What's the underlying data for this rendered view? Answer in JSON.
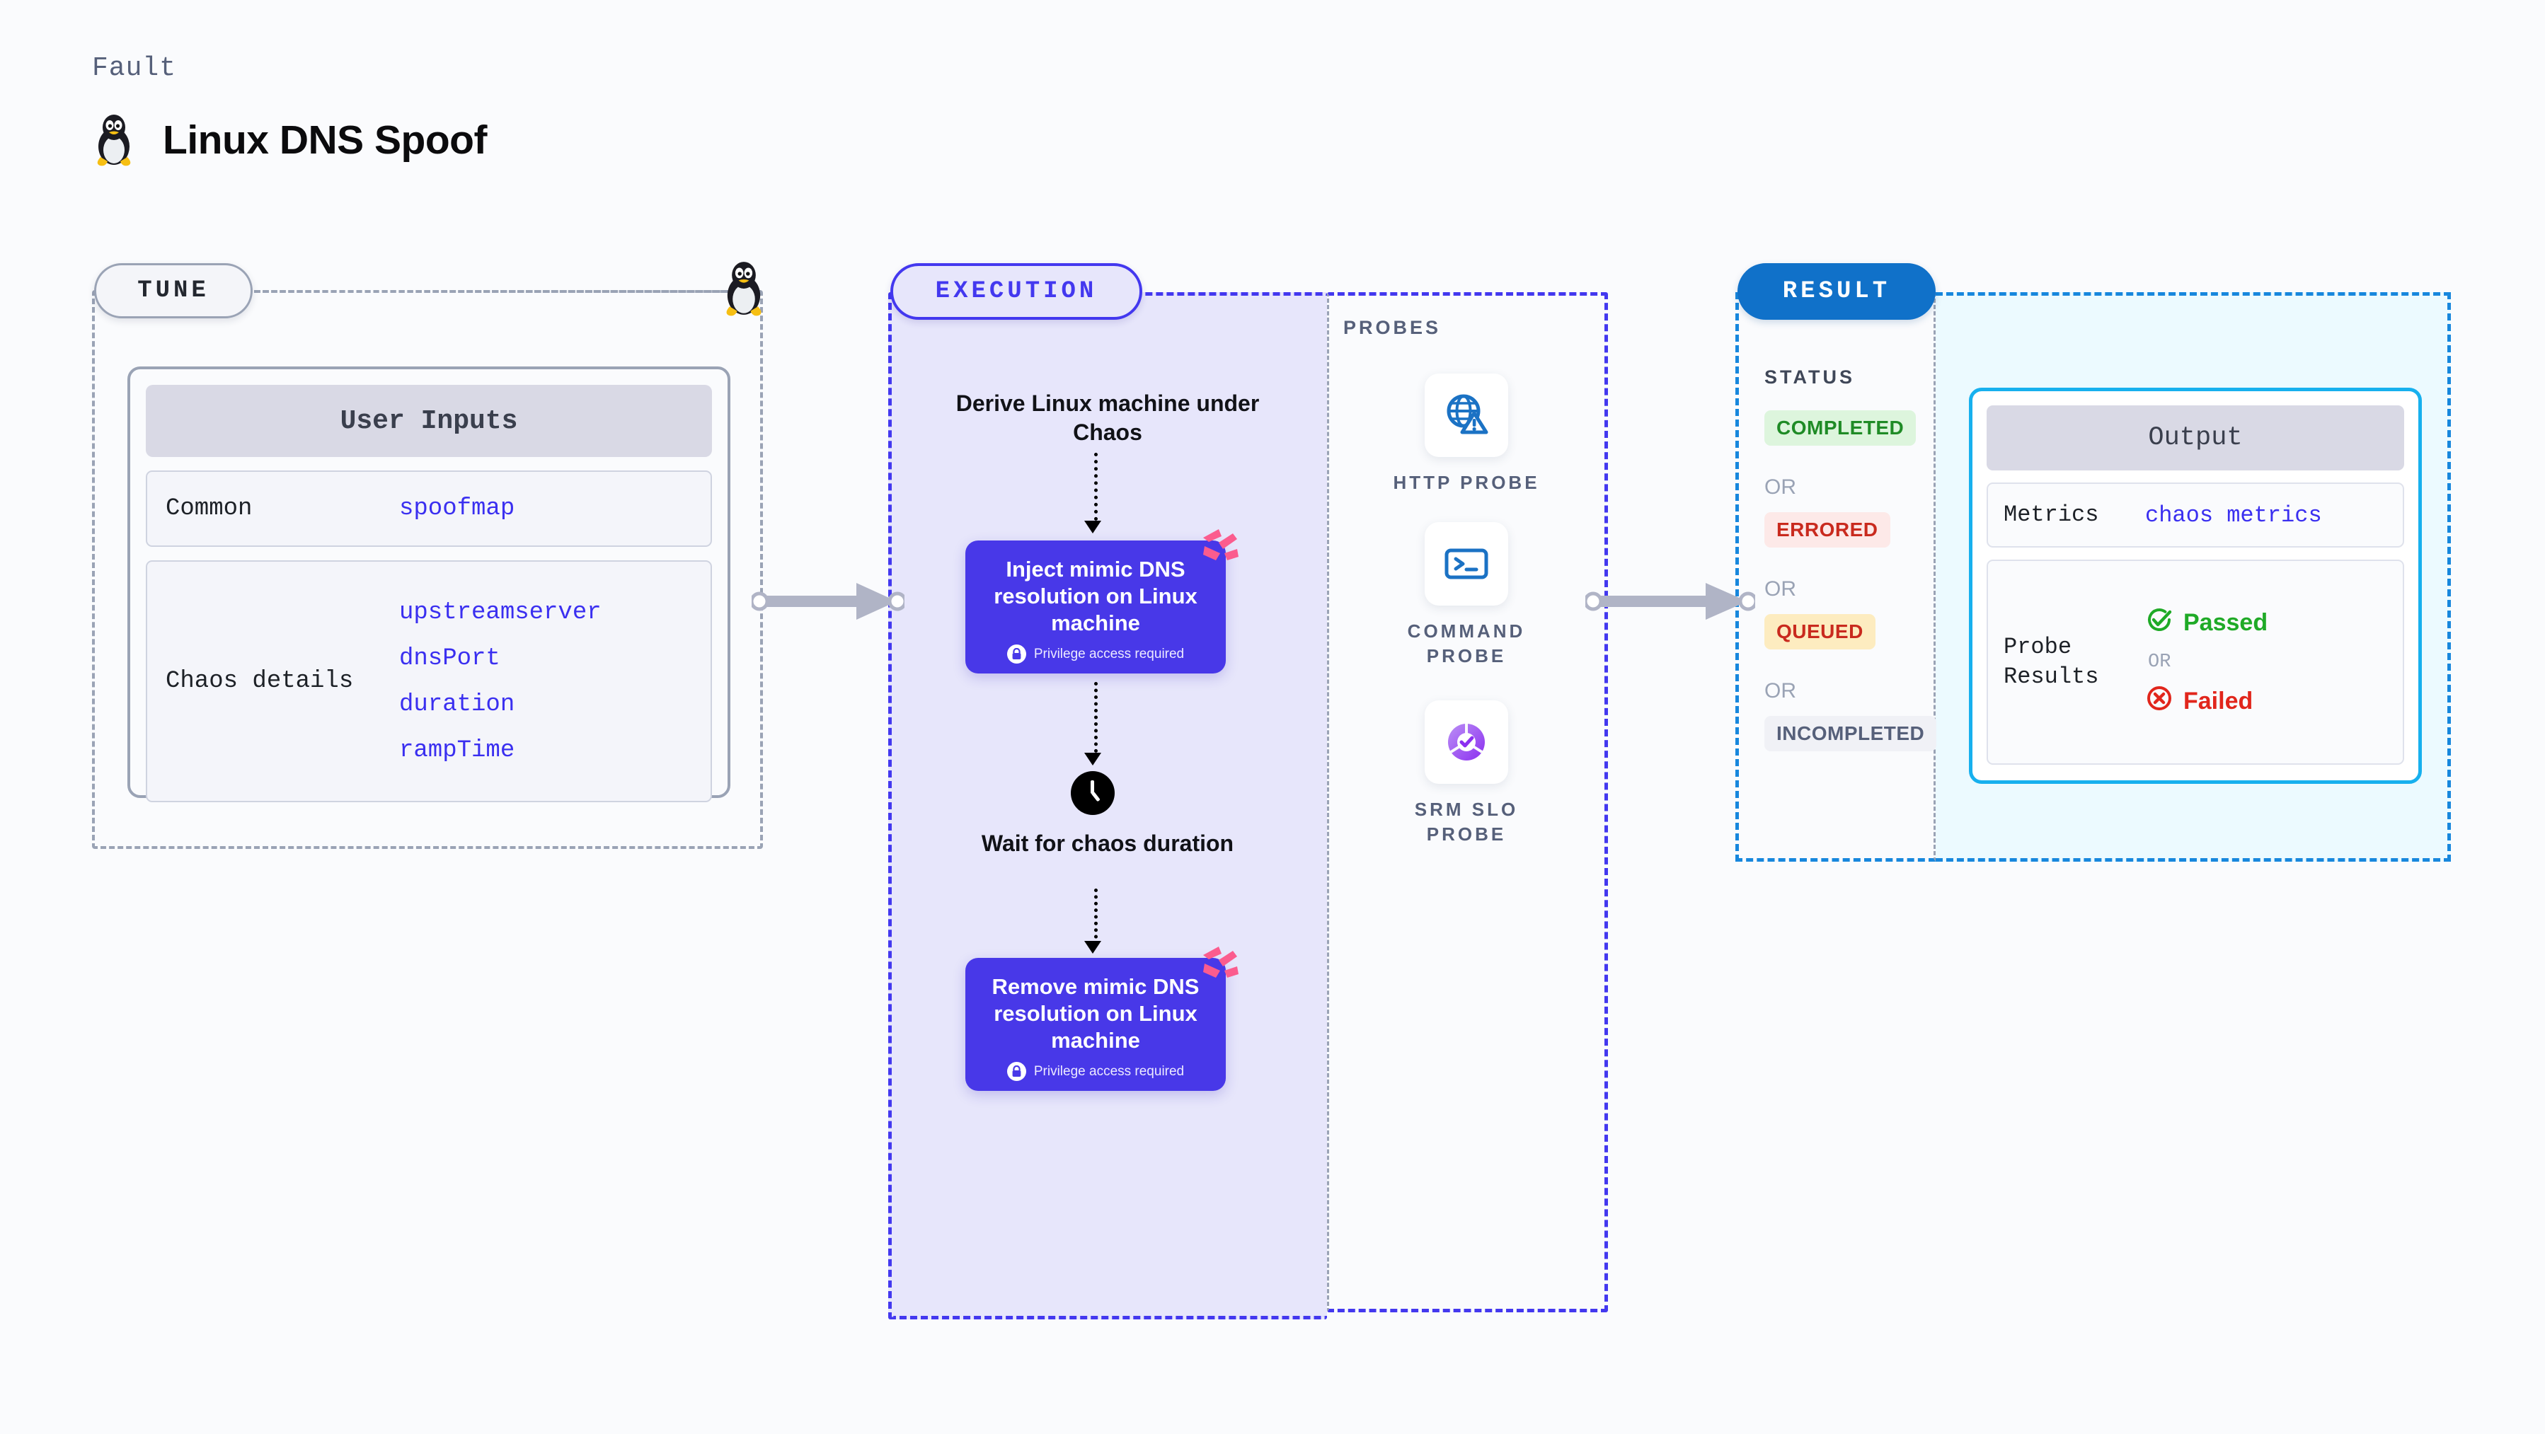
{
  "header": {
    "kicker": "Fault",
    "title": "Linux DNS Spoof",
    "icon": "linux-tux-icon"
  },
  "stages": {
    "tune": {
      "label": "TUNE"
    },
    "execution": {
      "label": "EXECUTION"
    },
    "probes": {
      "label": "PROBES"
    },
    "result": {
      "label": "RESULT"
    }
  },
  "tune": {
    "card_title": "User Inputs",
    "rows": [
      {
        "key": "Common",
        "values": [
          "spoofmap"
        ]
      },
      {
        "key": "Chaos details",
        "values": [
          "upstreamserver",
          "dnsPort",
          "duration",
          "rampTime"
        ]
      }
    ]
  },
  "execution": {
    "derive_step": "Derive Linux machine under Chaos",
    "inject_card": {
      "title": "Inject mimic DNS resolution on Linux machine",
      "note": "Privilege access required",
      "note_icon": "lock-icon",
      "corner_icon": "harness-logo-icon"
    },
    "wait_step": "Wait for chaos duration",
    "wait_icon": "clock-icon",
    "remove_card": {
      "title": "Remove mimic DNS resolution on Linux machine",
      "note": "Privilege access required",
      "note_icon": "lock-icon",
      "corner_icon": "harness-logo-icon"
    }
  },
  "probes": {
    "title": "PROBES",
    "items": [
      {
        "label": "HTTP PROBE",
        "icon": "globe-warning-icon"
      },
      {
        "label": "COMMAND PROBE",
        "icon": "terminal-icon"
      },
      {
        "label": "SRM SLO PROBE",
        "icon": "slo-donut-check-icon"
      }
    ]
  },
  "result": {
    "status_title": "STATUS",
    "or_label": "OR",
    "statuses": [
      {
        "label": "COMPLETED",
        "bg": "#ddf5dd",
        "fg": "#1f8b26"
      },
      {
        "label": "ERRORED",
        "bg": "#fde9e8",
        "fg": "#c92a1e"
      },
      {
        "label": "QUEUED",
        "bg": "#fdecc0",
        "fg": "#c92a1e"
      },
      {
        "label": "INCOMPLETED",
        "bg": "#f0f1f6",
        "fg": "#56607a"
      }
    ]
  },
  "output": {
    "card_title": "Output",
    "metrics_key": "Metrics",
    "metrics_value": "chaos metrics",
    "probe_results_key": "Probe Results",
    "passed_label": "Passed",
    "passed_icon": "check-circle-icon",
    "or_label": "OR",
    "failed_label": "Failed",
    "failed_icon": "x-circle-icon"
  },
  "colors": {
    "accent_indigo": "#4338ef",
    "card_purple": "#4838e8",
    "result_blue": "#1071c9",
    "output_cyan": "#17b0ee",
    "value_blue": "#3a2ff0",
    "muted_gray": "#9aa3b5",
    "pass_green": "#1faa27",
    "fail_red": "#e1261c",
    "harness_pink": "#fb5c8e"
  }
}
